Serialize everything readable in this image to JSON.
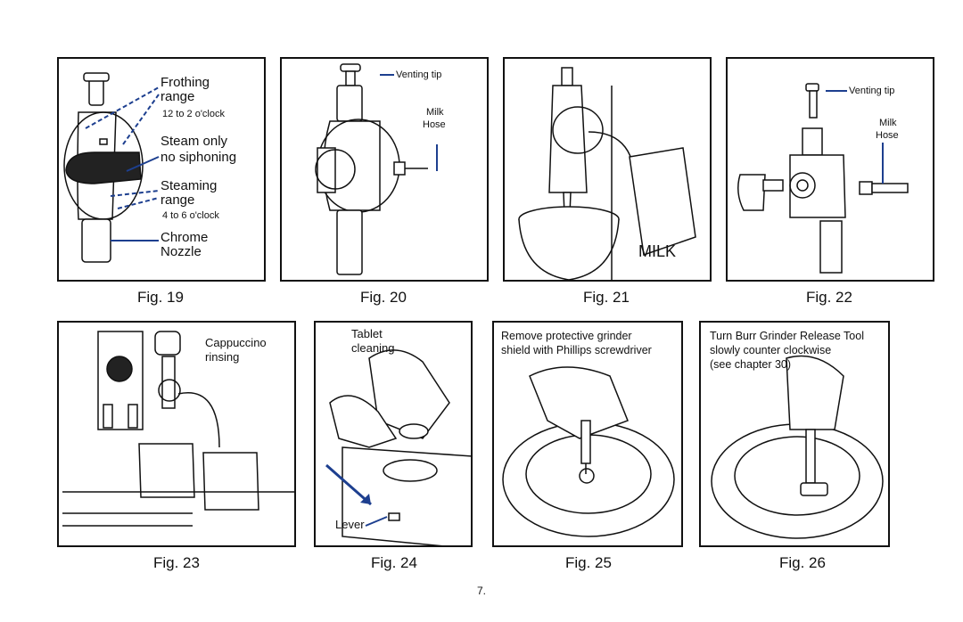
{
  "page_number": "7.",
  "figures": {
    "fig19": {
      "caption": "Fig. 19",
      "frothing_range": "Frothing",
      "frothing_range2": "range",
      "frothing_clock": "12 to 2 o'clock",
      "steam_only": "Steam only",
      "no_siphoning": "no siphoning",
      "steaming": "Steaming",
      "steaming_range": "range",
      "steaming_clock": "4 to 6 o'clock",
      "chrome": "Chrome",
      "nozzle": "Nozzle"
    },
    "fig20": {
      "caption": "Fig. 20",
      "venting_tip": "Venting tip",
      "milk": "Milk",
      "hose": "Hose"
    },
    "fig21": {
      "caption": "Fig. 21",
      "milk_label": "MILK"
    },
    "fig22": {
      "caption": "Fig. 22",
      "venting_tip": "Venting tip",
      "milk": "Milk",
      "hose": "Hose"
    },
    "fig23": {
      "caption": "Fig. 23",
      "line1": "Cappuccino",
      "line2": "rinsing"
    },
    "fig24": {
      "caption": "Fig. 24",
      "line1": "Tablet",
      "line2": "cleaning",
      "lever": "Lever"
    },
    "fig25": {
      "caption": "Fig. 25",
      "line1": "Remove protective grinder",
      "line2": "shield with Phillips screwdriver"
    },
    "fig26": {
      "caption": "Fig. 26",
      "line1": "Turn Burr Grinder Release Tool",
      "line2": "slowly counter clockwise",
      "line3": "(see chapter 30)"
    }
  },
  "colors": {
    "accent_blue": "#1d3f8f",
    "ink": "#111111"
  }
}
